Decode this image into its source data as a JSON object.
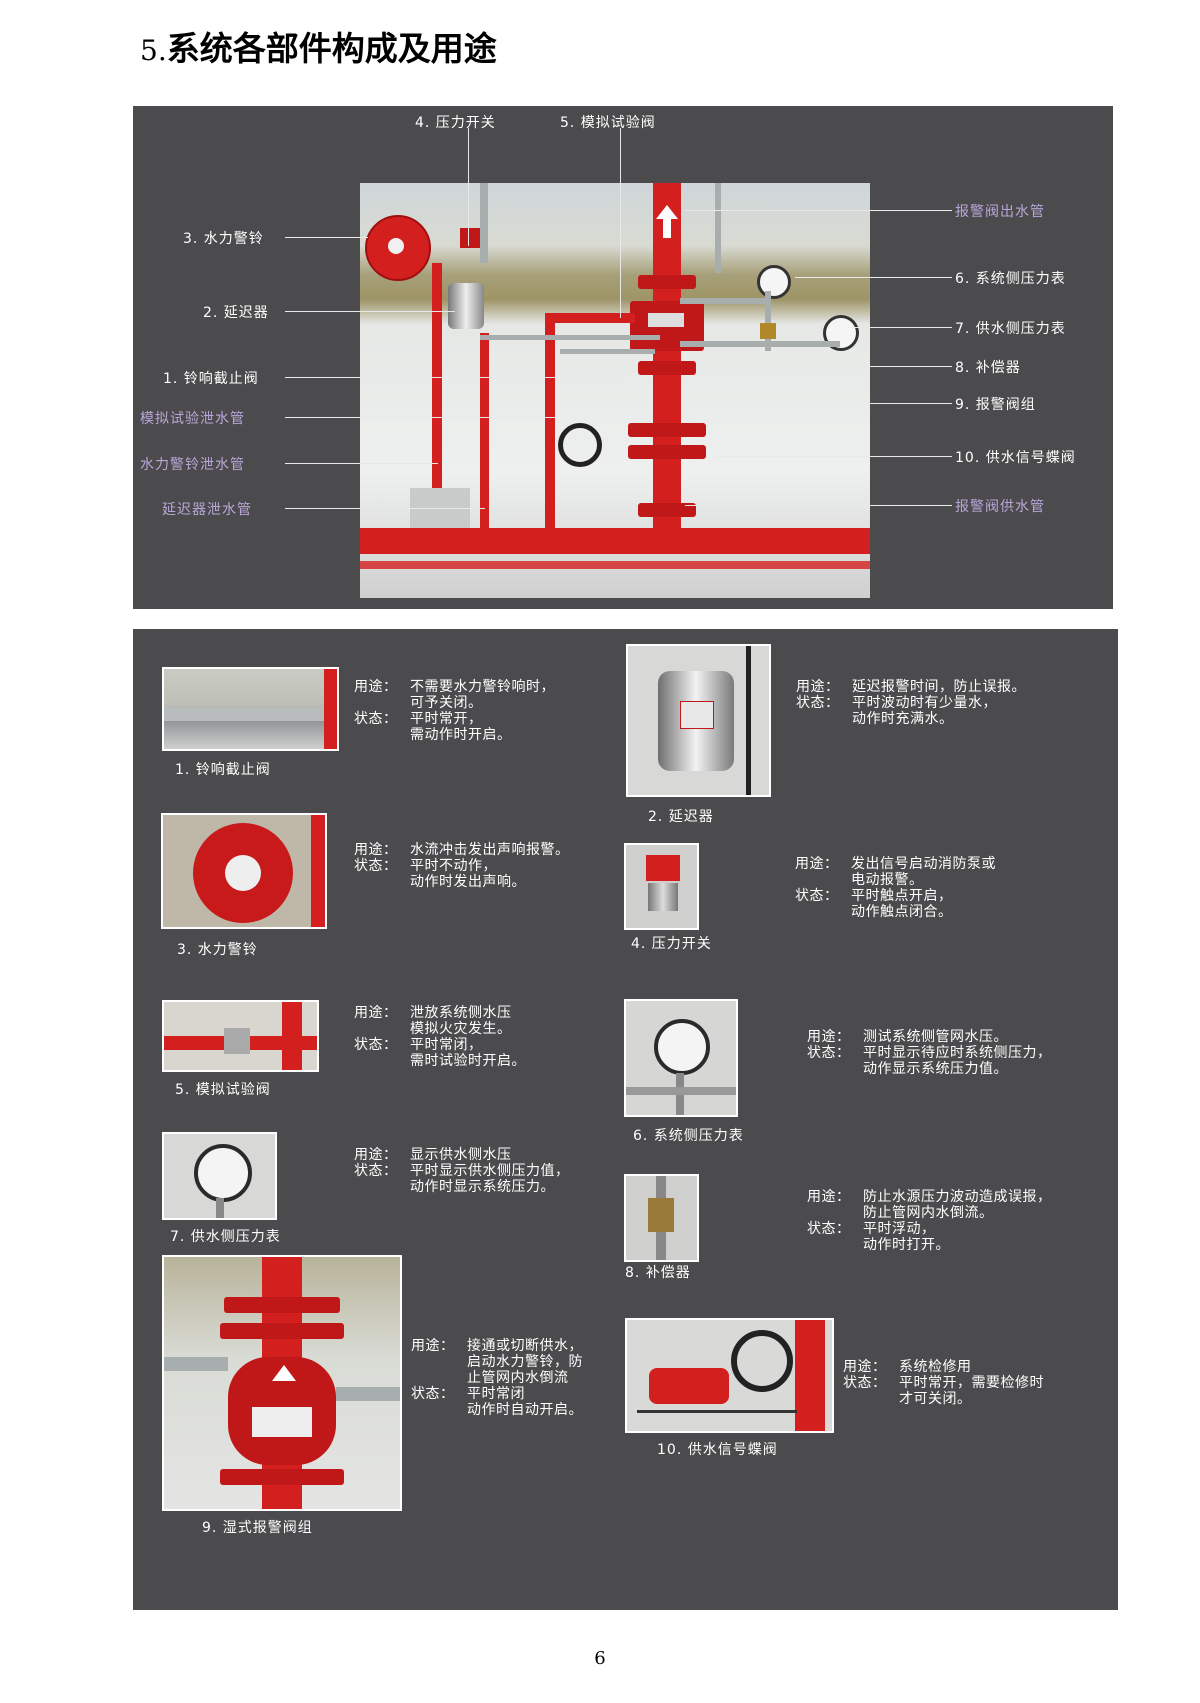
{
  "section": {
    "number": "5.",
    "title": "系统各部件构成及用途"
  },
  "diagram": {
    "left_labels": [
      {
        "text": "3. 水力警铃",
        "color": "white"
      },
      {
        "text": "2. 延迟器",
        "color": "white"
      },
      {
        "text": "1. 铃响截止阀",
        "color": "white"
      },
      {
        "text": "模拟试验泄水管",
        "color": "purple"
      },
      {
        "text": "水力警铃泄水管",
        "color": "purple"
      },
      {
        "text": "延迟器泄水管",
        "color": "purple"
      }
    ],
    "top_labels": [
      {
        "text": "4. 压力开关"
      },
      {
        "text": "5. 模拟试验阀"
      }
    ],
    "right_labels": [
      {
        "text": "报警阀出水管",
        "color": "purple"
      },
      {
        "text": "6. 系统侧压力表",
        "color": "white"
      },
      {
        "text": "7. 供水侧压力表",
        "color": "white"
      },
      {
        "text": "8. 补偿器",
        "color": "white"
      },
      {
        "text": "9. 报警阀组",
        "color": "white"
      },
      {
        "text": "10. 供水信号蝶阀",
        "color": "white"
      },
      {
        "text": "报警阀供水管",
        "color": "purple"
      }
    ]
  },
  "components": [
    {
      "caption": "1. 铃响截止阀",
      "use_key": "用途：",
      "use": "不需要水力警铃响时，\n可予关闭。",
      "state_key": "状态：",
      "state": "平时常开，\n需动作时开启。"
    },
    {
      "caption": "2. 延迟器",
      "use_key": "用途：",
      "use": "延迟报警时间，防止误报。",
      "state_key": "状态：",
      "state": "平时波动时有少量水，\n动作时充满水。"
    },
    {
      "caption": "3. 水力警铃",
      "use_key": "用途：",
      "use": "水流冲击发出声响报警。",
      "state_key": "状态：",
      "state": "平时不动作，\n动作时发出声响。"
    },
    {
      "caption": "4. 压力开关",
      "use_key": "用途：",
      "use": "发出信号启动消防泵或\n电动报警。",
      "state_key": "状态：",
      "state": "平时触点开启，\n动作触点闭合。"
    },
    {
      "caption": "5. 模拟试验阀",
      "use_key": "用途：",
      "use": "泄放系统侧水压\n模拟火灾发生。",
      "state_key": "状态：",
      "state": "平时常闭，\n需时试验时开启。"
    },
    {
      "caption": "6. 系统侧压力表",
      "use_key": "用途：",
      "use": "测试系统侧管网水压。",
      "state_key": "状态：",
      "state": "平时显示待应时系统侧压力，\n动作显示系统压力值。"
    },
    {
      "caption": "7. 供水侧压力表",
      "use_key": "用途：",
      "use": "显示供水侧水压",
      "state_key": "状态：",
      "state": "平时显示供水侧压力值，\n动作时显示系统压力。"
    },
    {
      "caption": "8. 补偿器",
      "use_key": "用途：",
      "use": "防止水源压力波动造成误报，\n防止管网内水倒流。",
      "state_key": "状态：",
      "state": "平时浮动，\n动作时打开。"
    },
    {
      "caption": "9. 湿式报警阀组",
      "use_key": "用途：",
      "use": "接通或切断供水，\n启动水力警铃，防\n止管网内水倒流",
      "state_key": "状态：",
      "state": "平时常闭\n动作时自动开启。"
    },
    {
      "caption": "10. 供水信号蝶阀",
      "use_key": "用途：",
      "use": "系统检修用",
      "state_key": "状态：",
      "state": "平时常开，需要检修时\n才可关闭。"
    }
  ],
  "colors": {
    "panel": "#4b4b4d",
    "pipe_red": "#d41f1f",
    "purple_label": "#b9a6d8"
  },
  "page_number": "6"
}
